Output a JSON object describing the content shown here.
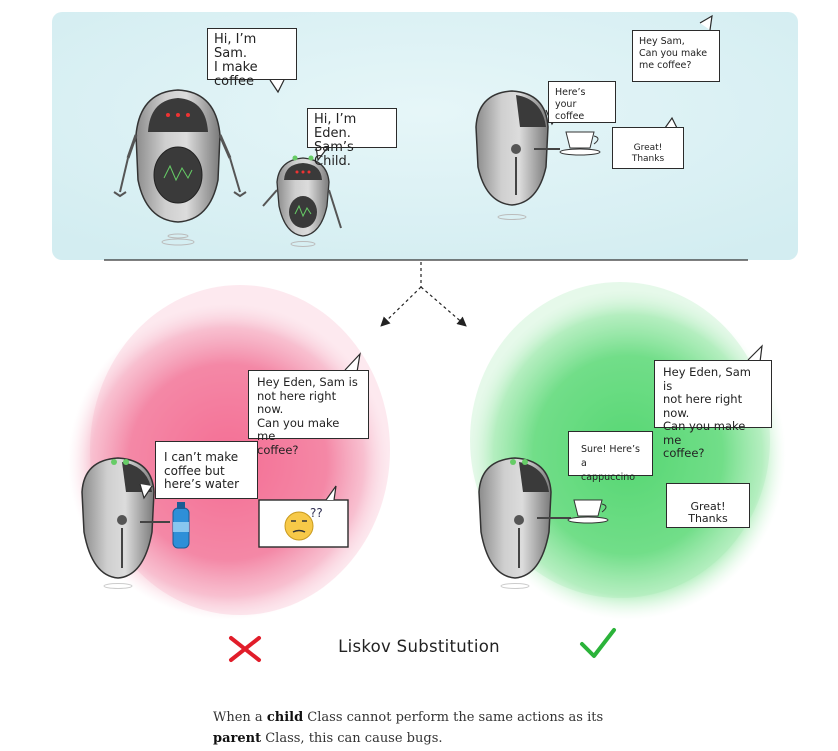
{
  "top_scene": {
    "sam_intro": "Hi, I’m Sam.\nI make\ncoffee",
    "eden_intro": "Hi, I’m Eden.\nSam’s Child.",
    "request_sam": "Hey Sam,\nCan you make\nme coffee?",
    "sam_reply": "Here’s your\ncoffee",
    "thanks": "Great! Thanks"
  },
  "bad_scene": {
    "request": "Hey Eden, Sam is\nnot here right now.\nCan you make me\ncoffee?",
    "reply": "I can’t make\ncoffee but\nhere’s water",
    "result": "✗"
  },
  "good_scene": {
    "request": "Hey Eden, Sam is\nnot here right now.\nCan you make me\ncoffee?",
    "reply": "Sure! Here’s a\ncappuccino",
    "thanks": "Great! Thanks",
    "result": "✓"
  },
  "caption": "Liskov Substitution",
  "body": {
    "pre": "When a ",
    "child": "child",
    "mid": " Class cannot perform the same actions as its ",
    "parent": "parent",
    "post": " Class, this can cause bugs."
  },
  "colors": {
    "sky": "#dff1f4",
    "bad_blob": "#f06d93",
    "good_blob": "#4fd36b",
    "wrong_mark": "#e11d2a",
    "right_mark": "#2bb33a"
  }
}
